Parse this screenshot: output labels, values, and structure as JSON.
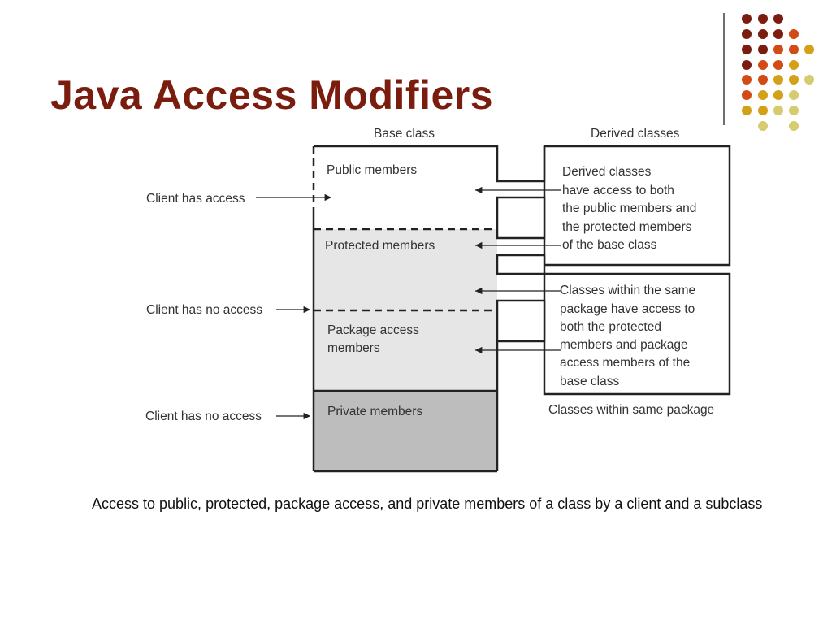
{
  "slide": {
    "title": "Java Access Modifiers",
    "caption": "Access to public, protected, package access, and private members of a class by a client and a subclass"
  },
  "diagram": {
    "base_class_label": "Base class",
    "derived_classes_label": "Derived classes",
    "same_package_label": "Classes within same package",
    "sections": {
      "public": "Public members",
      "protected": "Protected members",
      "package": [
        "Package access",
        "members"
      ],
      "private": "Private members"
    },
    "derived_box_text": [
      "Derived classes",
      "have access to both",
      "the public members and",
      "the protected members",
      "of the base class"
    ],
    "package_box_text": [
      "Classes within the same",
      "package have access to",
      "both the protected",
      "members and package",
      "access members of the",
      "base class"
    ],
    "clients": {
      "has_access": "Client has access",
      "no_access_1": "Client has no access",
      "no_access_2": "Client has no access"
    }
  },
  "colors": {
    "title": "#7a1c0e",
    "dot_dark": "#7a1c0e",
    "dot_orange": "#d24a14",
    "dot_gold": "#d4a017",
    "dot_light": "#d4cc6e",
    "protected_fill": "#e6e6e6",
    "private_fill": "#bdbdbd"
  }
}
